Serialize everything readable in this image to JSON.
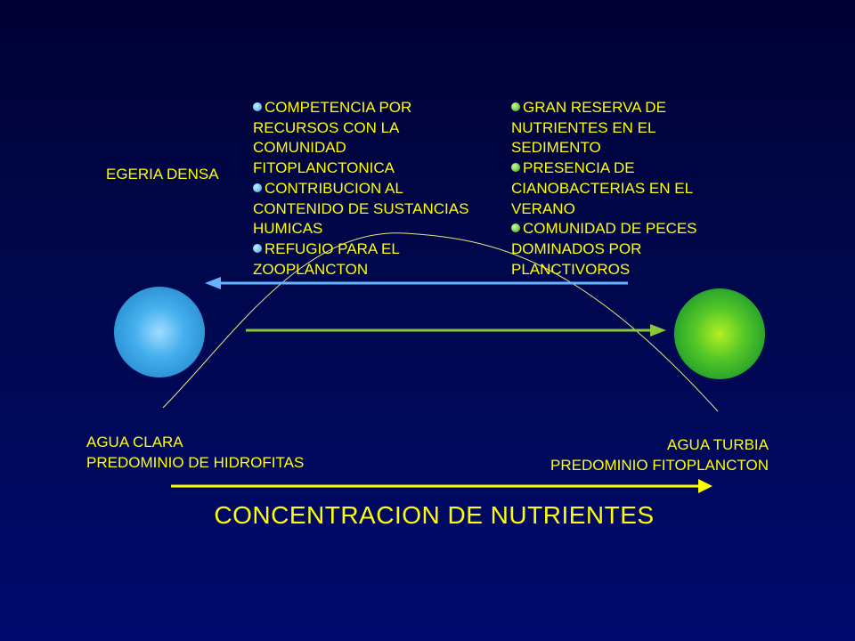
{
  "plant_label": "EGERIA DENSA",
  "clear_water_factors": [
    {
      "lines": [
        "COMPETENCIA POR",
        "RECURSOS CON LA",
        "COMUNIDAD",
        "FITOPLANCTONICA"
      ]
    },
    {
      "lines": [
        "CONTRIBUCION AL",
        "CONTENIDO DE SUSTANCIAS",
        "HUMICAS"
      ]
    },
    {
      "lines": [
        "REFUGIO PARA EL",
        "ZOOPLANCTON"
      ]
    }
  ],
  "turbid_water_factors": [
    {
      "lines": [
        "GRAN RESERVA DE",
        "NUTRIENTES EN EL",
        "SEDIMENTO"
      ]
    },
    {
      "lines": [
        "PRESENCIA DE",
        "CIANOBACTERIAS EN EL",
        "VERANO"
      ]
    },
    {
      "lines": [
        "COMUNIDAD DE PECES",
        "DOMINADOS POR",
        "PLANCTIVOROS"
      ]
    }
  ],
  "clear_state": {
    "line1": "AGUA CLARA",
    "line2": "PREDOMINIO DE HIDROFITAS"
  },
  "turbid_state": {
    "line1": "AGUA TURBIA",
    "line2": "PREDOMINIO FITOPLANCTON"
  },
  "axis_label": "CONCENTRACION DE NUTRIENTES",
  "colors": {
    "background": "#000a6e",
    "text": "#ffff00",
    "clear_state": "#3aa8e0",
    "turbid_state": "#33aa22",
    "left_arrow": "#66b3ff",
    "right_arrow": "#88c83a",
    "curve": "#e6e680",
    "axis_arrow": "#ffff00"
  }
}
